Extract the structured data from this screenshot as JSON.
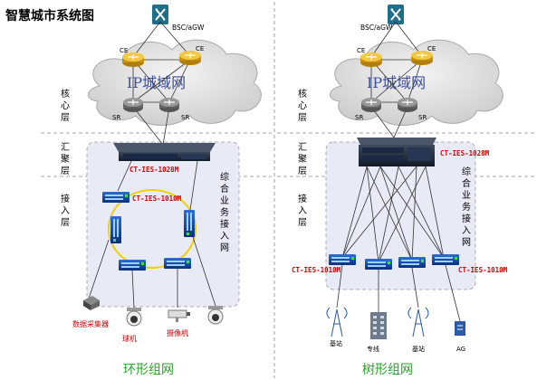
{
  "page_title": "智慧城市系统图",
  "layers": {
    "core": "核心层",
    "agg": "汇聚层",
    "access": "接入层"
  },
  "cloud_label": "IP城域网",
  "node_labels": {
    "bsc": "BSC/aGW",
    "ce": "CE",
    "sr": "SR"
  },
  "service_label": "综合业务接入网",
  "devices": {
    "agg": "CT-IES-1028M",
    "access": "CT-IES-1010M"
  },
  "ring_endpoints": [
    "数据采集器",
    "球机",
    "摄像机"
  ],
  "tree_endpoints": [
    "基站",
    "专线",
    "基站",
    "AG"
  ],
  "topologies": {
    "ring": "环形组网",
    "tree": "树形组网"
  },
  "colors": {
    "accent_red": "#d40000",
    "topology_green": "#2ba02b",
    "cloud_label": "#3b4fa0",
    "ring": "#f0d000"
  }
}
